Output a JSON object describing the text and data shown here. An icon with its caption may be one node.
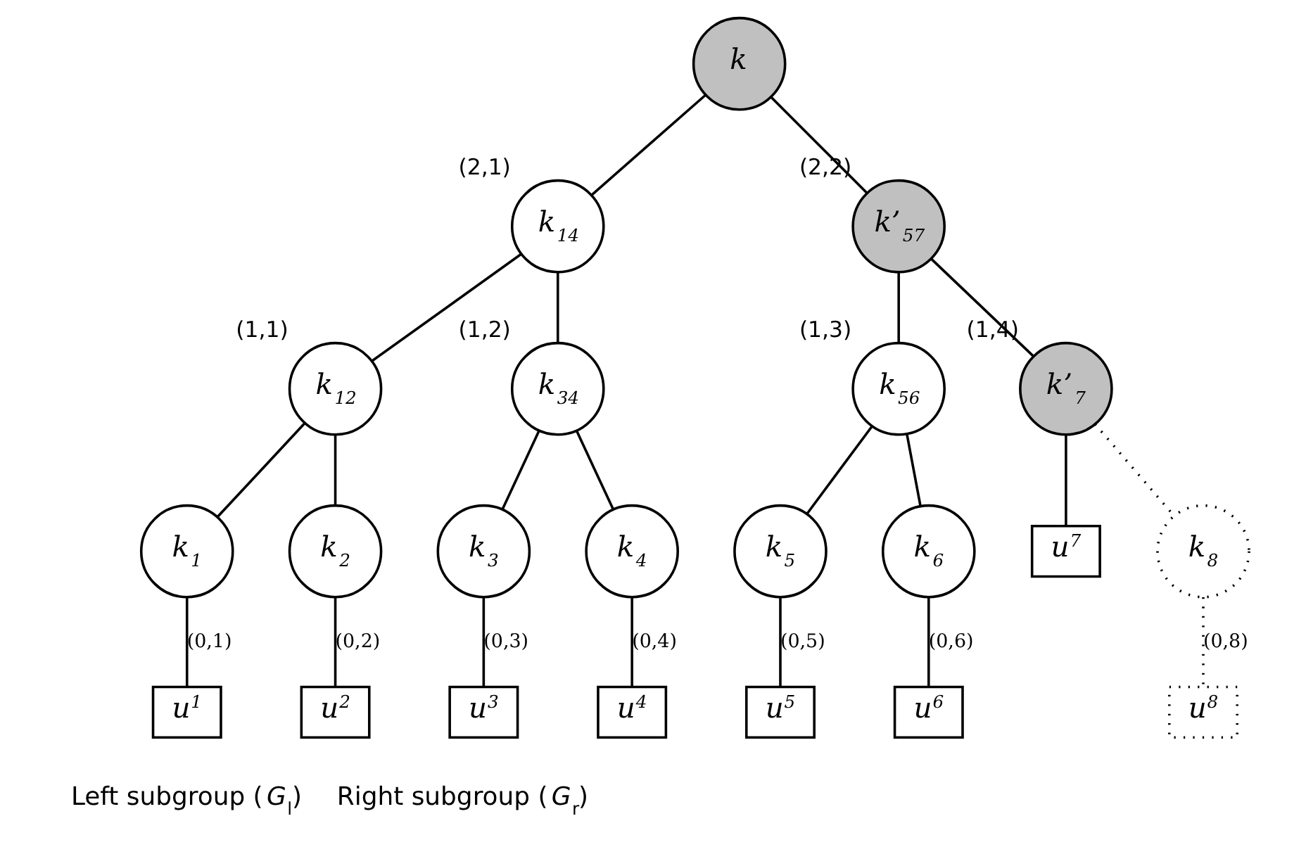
{
  "diagram": {
    "nodes": [
      {
        "text": [
          "k"
        ]
      },
      {
        "text": [
          "k$_{14}$"
        ],
        "beside": [
          "(2,1)"
        ]
      },
      {
        "text": [
          "k’$_{57}$"
        ],
        "beside": [
          "(2,2)"
        ]
      },
      {
        "text": [
          "k$_{12}$"
        ],
        "beside": [
          "(1,1)"
        ]
      },
      {
        "text": [
          "k$_{34}$"
        ],
        "beside": [
          "(1,2)"
        ]
      },
      {
        "text": [
          "k$_{56}$"
        ],
        "beside": [
          "(1,3)"
        ]
      },
      {
        "text": [
          "k’$_{7}$"
        ],
        "beside": [
          "(1,4)"
        ]
      },
      {
        "text": [
          "k$_{1}$"
        ]
      },
      {
        "text": [
          "k$_{2}$"
        ]
      },
      {
        "text": [
          "k$_{3}$"
        ]
      },
      {
        "text": [
          "k$_{4}$"
        ]
      },
      {
        "text": [
          "k$_{5}$"
        ]
      },
      {
        "text": [
          "k$_{6}$"
        ]
      },
      {
        "text": [
          "u$^{7}$"
        ]
      },
      {
        "text": [
          "k$_{8}$"
        ]
      },
      {
        "text": [
          "u$^{1}$"
        ]
      },
      {
        "text": [
          "u$^{2}$"
        ]
      },
      {
        "text": [
          "u$^{3}$"
        ]
      },
      {
        "text": [
          "u$^{4}$"
        ]
      },
      {
        "text": [
          "u$^{5}$"
        ]
      },
      {
        "text": [
          "u$^{6}$"
        ]
      },
      {
        "text": [
          "u$^{8}$"
        ]
      }
    ],
    "edges": [
      {
        "from": 0,
        "to": 1,
        "arrow": "none"
      },
      {
        "from": 0,
        "to": 2,
        "arrow": "none"
      },
      {
        "from": 1,
        "to": 3,
        "arrow": "none"
      },
      {
        "from": 1,
        "to": 4,
        "arrow": "none"
      },
      {
        "from": 2,
        "to": 5,
        "arrow": "none"
      },
      {
        "from": 2,
        "to": 6,
        "arrow": "none"
      },
      {
        "from": 3,
        "to": 7,
        "arrow": "none"
      },
      {
        "from": 3,
        "to": 8,
        "arrow": "none"
      },
      {
        "from": 4,
        "to": 9,
        "arrow": "none"
      },
      {
        "from": 4,
        "to": 10,
        "arrow": "none"
      },
      {
        "from": 5,
        "to": 11,
        "arrow": "none"
      },
      {
        "from": 5,
        "to": 12,
        "arrow": "none"
      },
      {
        "from": 6,
        "to": 13,
        "arrow": "none"
      },
      {
        "from": 6,
        "to": 14,
        "arrow": "none",
        "style": "dashed"
      },
      {
        "from": 7,
        "to": 15,
        "arrow": "none",
        "label": "(0,1)"
      },
      {
        "from": 8,
        "to": 16,
        "arrow": "none",
        "label": "(0,2)"
      },
      {
        "from": 9,
        "to": 17,
        "arrow": "none",
        "label": "(0,3)"
      },
      {
        "from": 10,
        "to": 18,
        "arrow": "none",
        "label": "(0,4)"
      },
      {
        "from": 11,
        "to": 19,
        "arrow": "none",
        "label": "(0,5)"
      },
      {
        "from": 12,
        "to": 20,
        "arrow": "none",
        "label": "(0,6)"
      },
      {
        "from": 14,
        "to": 21,
        "arrow": "none",
        "label": "(0,8)",
        "style": "dashed"
      }
    ],
    "labels": [
      "Left subgroup (*G*$_{l}$)",
      "Right subgroup (*G*$_{r}$)"
    ]
  }
}
